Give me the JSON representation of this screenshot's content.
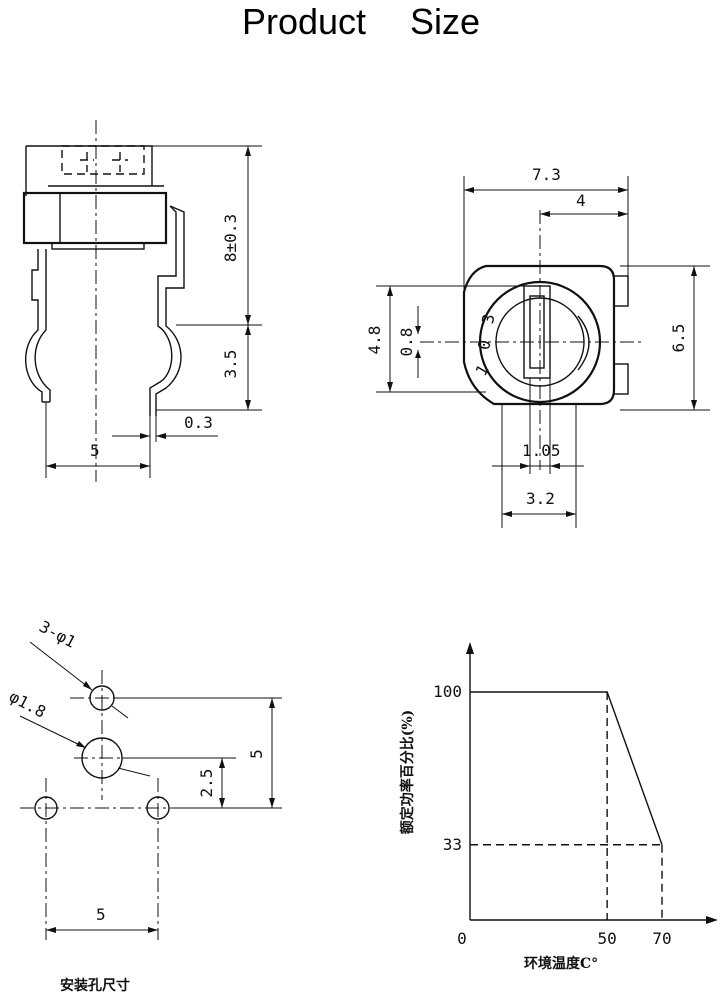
{
  "title": {
    "word1": "Product",
    "word2": "Size"
  },
  "side_view": {
    "height_label": "8±0.3",
    "pin_length_label": "3.5",
    "pin_thickness_label": "0.3",
    "pin_spacing_label": "5"
  },
  "front_view": {
    "width_label": "7.3",
    "offset_label": "4",
    "height_label": "6.5",
    "left_height_label": "4.8",
    "slot_label": "0.8",
    "dial_marks": [
      "0",
      "3",
      "1"
    ],
    "slot_width_label": "1.05",
    "shaft_label": "3.2"
  },
  "hole_layout": {
    "small_hole_label": "3-φ1",
    "large_hole_label": "φ1.8",
    "vertical_label": "5",
    "half_label": "2.5",
    "horizontal_label": "5",
    "caption": "安装孔尺寸"
  },
  "derating": {
    "y_label": "额定功率百分比(%)",
    "x_label": "环境温度C°",
    "y_ticks": [
      "100",
      "33"
    ],
    "x_ticks": [
      "0",
      "50",
      "70"
    ]
  },
  "chart_data": {
    "type": "line",
    "title": "",
    "xlabel": "环境温度C°",
    "ylabel": "额定功率百分比(%)",
    "x": [
      0,
      50,
      70
    ],
    "series": [
      {
        "values": [
          100,
          100,
          33
        ]
      }
    ],
    "x_ticks": [
      0,
      50,
      70
    ],
    "y_ticks": [
      33,
      100
    ],
    "grid": false
  }
}
